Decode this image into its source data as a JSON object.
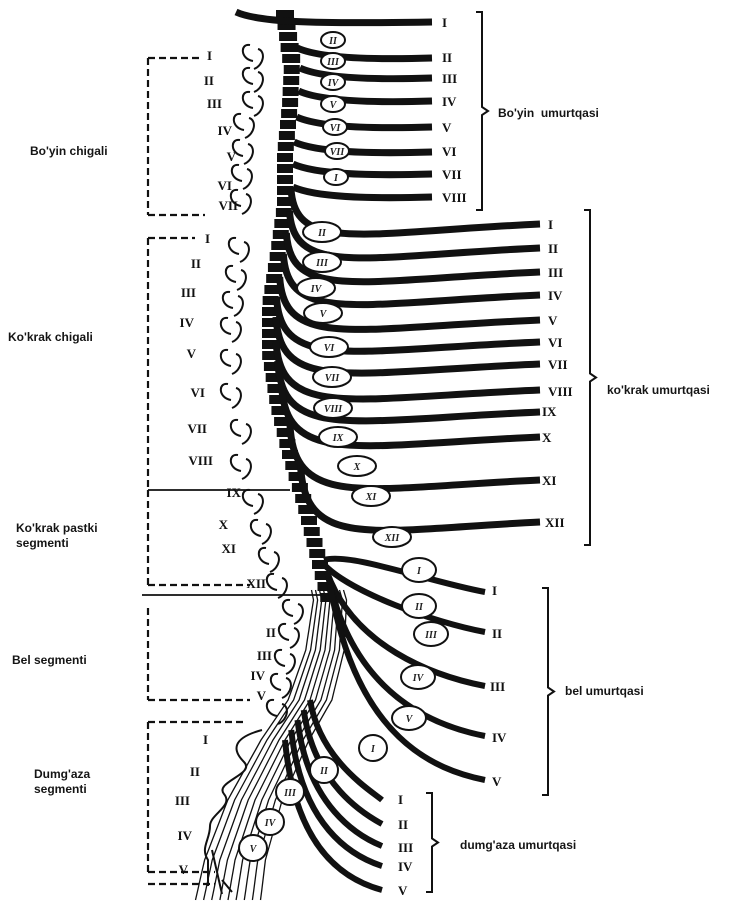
{
  "labels": {
    "cervical_plexus": "Bo'yin chigali",
    "thoracic_plexus": "Ko'krak chigali",
    "lower_thoracic_segment": "Ko'krak pastki\nsegmenti",
    "lumbar_segment": "Bel segmenti",
    "sacral_segment": "Dumg'aza\nsegmenti",
    "cervical_vertebrae": "Bo'yin  umurtqasi",
    "thoracic_vertebrae": "ko'krak umurtqasi",
    "lumbar_vertebrae": "bel umurtqasi",
    "sacral_vertebrae": "dumg'aza umurtqasi"
  },
  "numerals": {
    "cervical_left": [
      "I",
      "II",
      "III",
      "IV",
      "V",
      "VI",
      "VII"
    ],
    "thoracic_left": [
      "I",
      "II",
      "III",
      "IV",
      "V",
      "VI",
      "VII",
      "VIII"
    ],
    "lower_thoracic_left": [
      "IX",
      "X",
      "XI",
      "XII"
    ],
    "lumbar_left": [
      "II",
      "III",
      "IV",
      "V"
    ],
    "sacral_left": [
      "I",
      "II",
      "III",
      "IV",
      "V"
    ],
    "cervical_right": [
      "I",
      "II",
      "III",
      "IV",
      "V",
      "VI",
      "VII",
      "VIII"
    ],
    "thoracic_right": [
      "I",
      "II",
      "III",
      "IV",
      "V",
      "VI",
      "VII",
      "VIII",
      "IX",
      "X",
      "XI",
      "XII"
    ],
    "lumbar_right": [
      "I",
      "II",
      "III",
      "IV",
      "V"
    ],
    "sacral_right": [
      "I",
      "II",
      "III",
      "IV",
      "V"
    ],
    "bone_cervical": [
      "II",
      "III",
      "IV",
      "V",
      "VI",
      "VII",
      "I"
    ],
    "bone_thoracic": [
      "II",
      "III",
      "IV",
      "V",
      "VI",
      "VII",
      "VIII",
      "IX",
      "X",
      "XI",
      "XII"
    ],
    "bone_lumbar": [
      "I",
      "II",
      "III",
      "IV",
      "V"
    ],
    "bone_sacral": [
      "I",
      "II",
      "III",
      "IV",
      "V"
    ]
  },
  "colors": {
    "ink": "#111111",
    "background": "#ffffff"
  }
}
